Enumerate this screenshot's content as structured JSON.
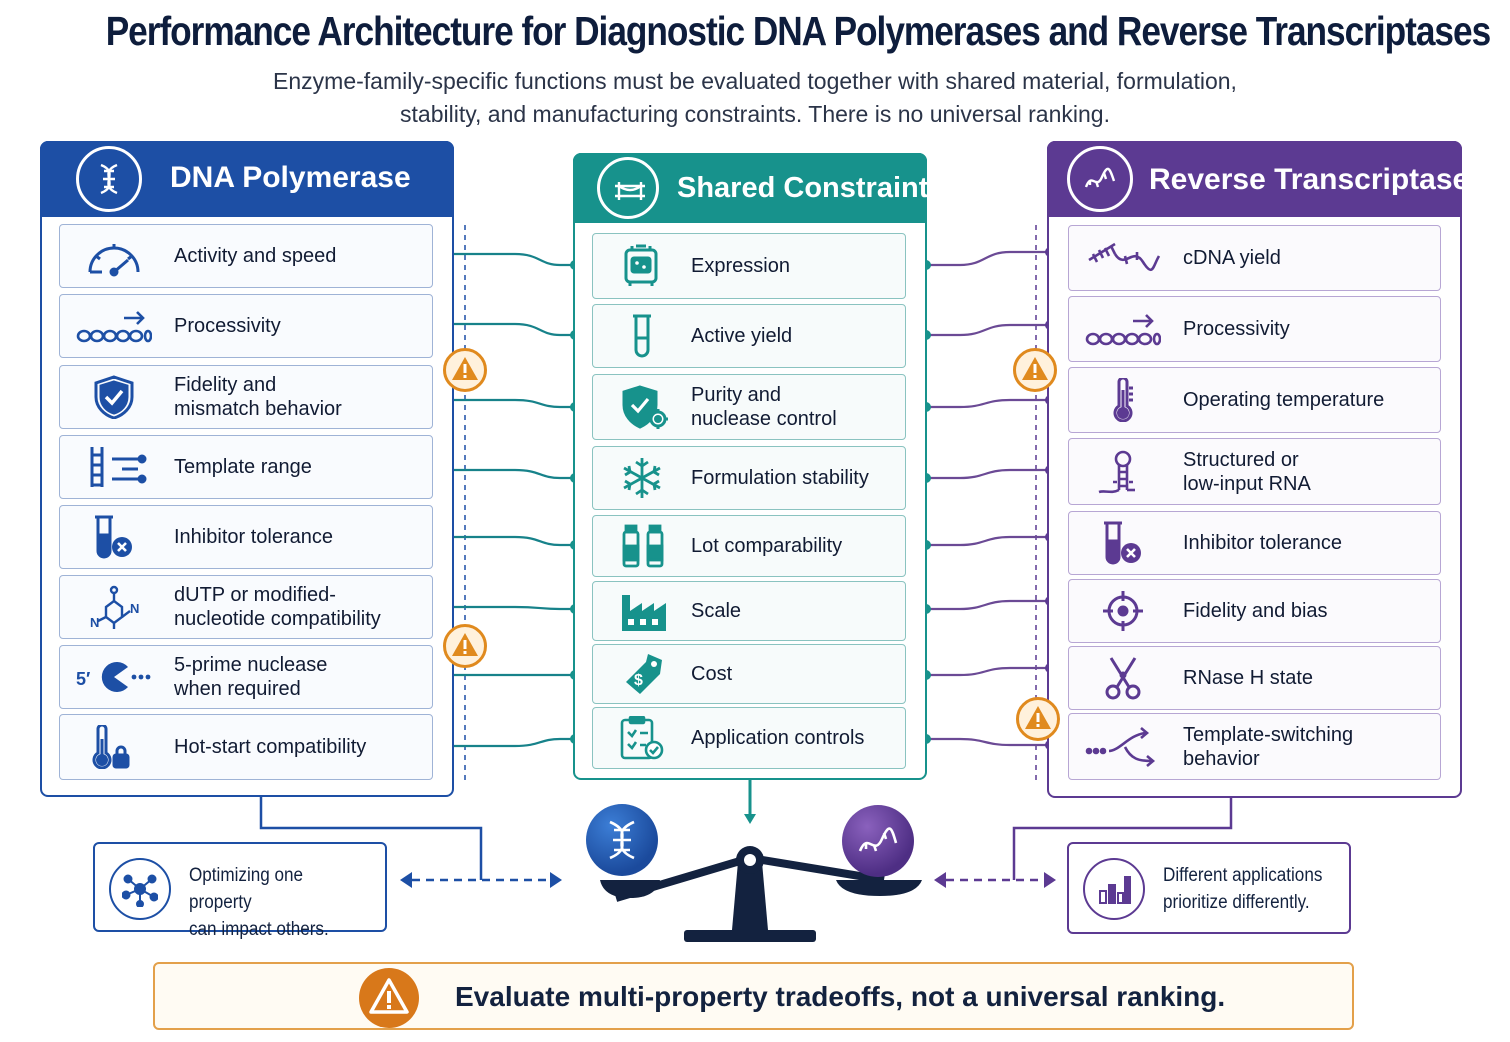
{
  "title": "Performance Architecture for Diagnostic DNA Polymerases and Reverse Transcriptases",
  "subtitle": {
    "line1": "Enzyme-family-specific functions must be evaluated together with shared material, formulation,",
    "line2": "stability, and manufacturing constraints. There is no universal ranking."
  },
  "dna_polymerase": {
    "title": "DNA Polymerase",
    "header_icon": "dna-helix-icon",
    "items": [
      {
        "label": "Activity and speed",
        "icon": "speedometer-icon"
      },
      {
        "label": "Processivity",
        "icon": "bead-chain-arrow-icon"
      },
      {
        "label": "Fidelity and\nmismatch behavior",
        "icon": "shield-check-icon"
      },
      {
        "label": "Template range",
        "icon": "ladder-icon"
      },
      {
        "label": "Inhibitor tolerance",
        "icon": "test-tube-x-icon"
      },
      {
        "label": "dUTP or modified-\nnucleotide compatibility",
        "icon": "molecule-icon"
      },
      {
        "label": "5-prime nuclease\nwhen required",
        "icon": "pacman-nuclease-icon"
      },
      {
        "label": "Hot-start compatibility",
        "icon": "thermometer-lock-icon"
      }
    ]
  },
  "shared_constraints": {
    "title": "Shared Constraints",
    "header_icon": "bridge-icon",
    "items": [
      {
        "label": "Expression",
        "icon": "bioreactor-icon"
      },
      {
        "label": "Active yield",
        "icon": "test-tube-icon"
      },
      {
        "label": "Purity and\nnuclease control",
        "icon": "shield-gear-icon"
      },
      {
        "label": "Formulation stability",
        "icon": "snowflake-icon"
      },
      {
        "label": "Lot comparability",
        "icon": "vials-icon"
      },
      {
        "label": "Scale",
        "icon": "factory-icon"
      },
      {
        "label": "Cost",
        "icon": "price-tag-icon"
      },
      {
        "label": "Application controls",
        "icon": "clipboard-check-icon"
      }
    ]
  },
  "reverse_transcriptase": {
    "title": "Reverse Transcriptase",
    "header_icon": "rna-strand-icon",
    "items": [
      {
        "label": "cDNA yield",
        "icon": "cdna-strand-icon"
      },
      {
        "label": "Processivity",
        "icon": "bead-chain-arrow-icon"
      },
      {
        "label": "Operating temperature",
        "icon": "thermometer-icon"
      },
      {
        "label": "Structured or\nlow-input RNA",
        "icon": "rna-hairpin-icon"
      },
      {
        "label": "Inhibitor tolerance",
        "icon": "test-tube-x-icon"
      },
      {
        "label": "Fidelity and bias",
        "icon": "crosshair-icon"
      },
      {
        "label": "RNase H state",
        "icon": "scissors-icon"
      },
      {
        "label": "Template-switching\nbehavior",
        "icon": "switch-arrows-icon"
      }
    ]
  },
  "notes": {
    "left": "Optimizing one property\ncan impact others.",
    "left_icon": "network-nodes-icon",
    "right": "Different applications\nprioritize differently.",
    "right_icon": "bar-chart-icon"
  },
  "banner": {
    "text": "Evaluate multi-property tradeoffs, not a universal ranking.",
    "icon": "warning-icon"
  },
  "balance_icon": "balance-scale-icon",
  "colors": {
    "dna_blue": "#1d4fa5",
    "shared_teal": "#17928c",
    "rt_purple": "#5c3a92",
    "warning_orange": "#e08a1e",
    "navy": "#13223f"
  }
}
